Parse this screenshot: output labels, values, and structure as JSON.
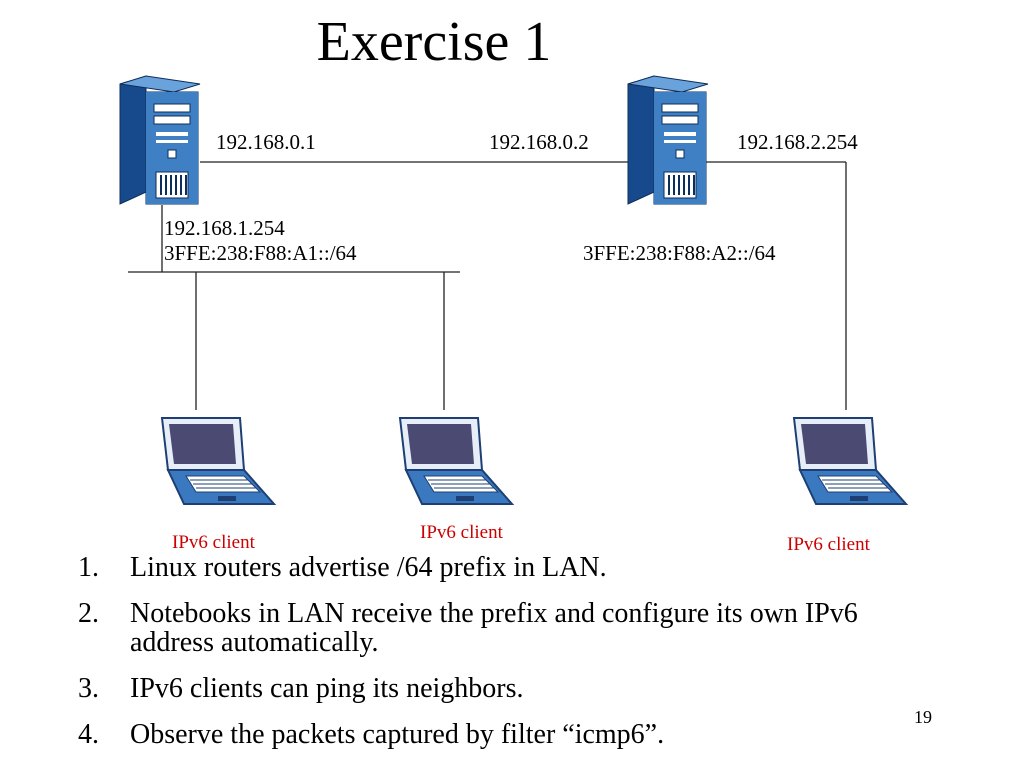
{
  "slide": {
    "title": "Exercise 1",
    "page_number": "19"
  },
  "routers": [
    {
      "wan_ip": "192.168.0.1",
      "lan_ip": "192.168.1.254",
      "lan_prefix": "3FFE:238:F88:A1::/64"
    },
    {
      "wan_ip": "192.168.0.2",
      "lan_ip": "192.168.2.254",
      "lan_prefix": "3FFE:238:F88:A2::/64"
    }
  ],
  "clients": [
    {
      "label": "IPv6 client"
    },
    {
      "label": "IPv6 client"
    },
    {
      "label": "IPv6 client"
    }
  ],
  "steps": [
    {
      "num": "1.",
      "text": "Linux routers advertise /64 prefix in LAN."
    },
    {
      "num": "2.",
      "text": "Notebooks in LAN receive the prefix and configure its own IPv6 address automatically."
    },
    {
      "num": "3.",
      "text": "IPv6 clients can ping its neighbors."
    },
    {
      "num": "4.",
      "text": "Observe the packets captured by filter “icmp6”."
    }
  ],
  "colors": {
    "server_front": "#3f7fc4",
    "server_side": "#174a8c",
    "laptop_screen": "#4a4a72",
    "laptop_body": "#3a78c0",
    "client_label": "#cc0000"
  }
}
